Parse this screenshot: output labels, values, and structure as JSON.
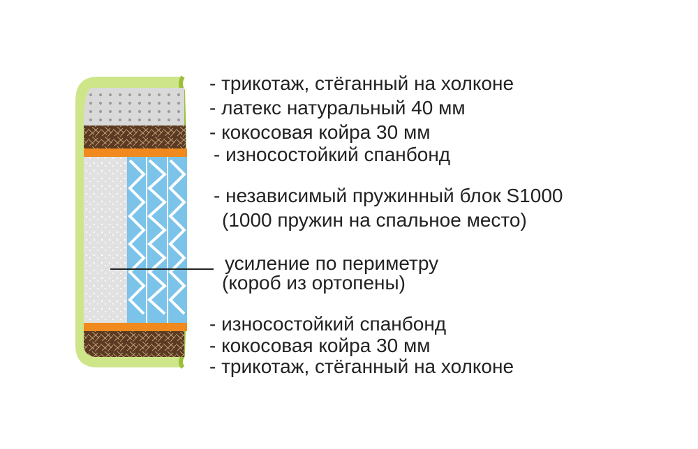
{
  "labels": {
    "top_cover": "- трикотаж, стёганный на холконе",
    "latex": "- латекс натуральный 40 мм",
    "coir_top": "- кокосовая койра 30 мм",
    "spunbond_top": "- износостойкий спанбонд",
    "spring_block_line1": "- независимый пружинный блок S1000",
    "spring_block_line2": "(1000 пружин на спальное место)",
    "perimeter_line1": "усиление по периметру",
    "perimeter_line2": "(короб из ортопены)",
    "spunbond_bottom": "- износостойкий спанбонд",
    "coir_bottom": "- кокосовая койра 30 мм",
    "bottom_cover": "- трикотаж, стёганный на холконе"
  },
  "colors": {
    "cover": "#cfe58a",
    "cover_edge": "#9bbf3a",
    "latex": "#d9d9d9",
    "coir": "#5a3a22",
    "spunbond": "#f08a1e",
    "foam": "#e1e1e1",
    "spring_bg": "#7cc3ea",
    "spring_wire": "#ffffff",
    "pointer_line": "#222222"
  }
}
